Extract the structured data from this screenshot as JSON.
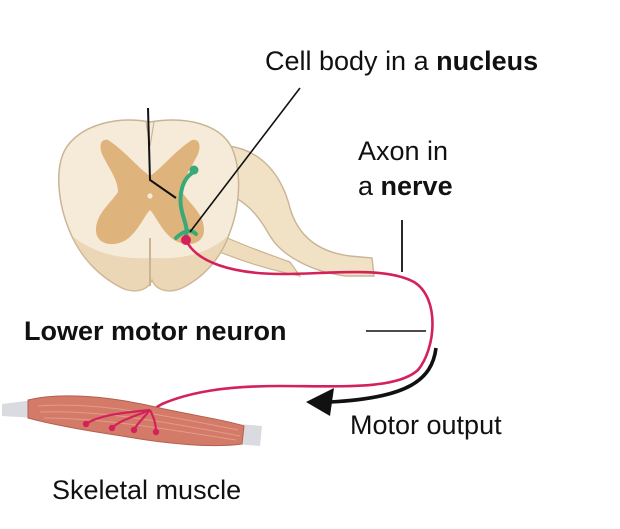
{
  "labels": {
    "cell_body_prefix": "Cell body in a ",
    "cell_body_bold": "nucleus",
    "axon_line1": "Axon in",
    "axon_line2_prefix": "a ",
    "axon_line2_bold": "nerve",
    "lower_motor_neuron": "Lower motor neuron",
    "motor_output": "Motor output",
    "skeletal_muscle": "Skeletal muscle"
  },
  "colors": {
    "white_matter": "#f6ead8",
    "gray_matter": "#dfb37c",
    "root": "#f1e2c6",
    "outline": "#c9b595",
    "neuron": "#d5215a",
    "nucleus_highlight": "#3aa978",
    "muscle": "#d37b68",
    "tendon": "#d9dbe0",
    "arrow": "#111111"
  }
}
